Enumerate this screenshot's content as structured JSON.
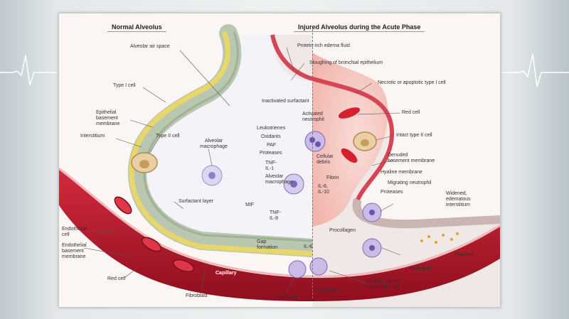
{
  "left_panel": {
    "title": "Normal Alveolus",
    "labels": [
      {
        "id": "alveolar-air-space",
        "lines": [
          "Alveolar air space"
        ]
      },
      {
        "id": "type-i-cell",
        "lines": [
          "Type I cell"
        ]
      },
      {
        "id": "epithelial-basement-membrane",
        "lines": [
          "Epithelial",
          "basement",
          "membrane"
        ]
      },
      {
        "id": "interstitium",
        "lines": [
          "Interstitium"
        ]
      },
      {
        "id": "type-ii-cell",
        "lines": [
          "Type II cell"
        ]
      },
      {
        "id": "alveolar-macrophage",
        "lines": [
          "Alveolar",
          "macrophage"
        ]
      },
      {
        "id": "surfactant-layer",
        "lines": [
          "Surfactant layer"
        ]
      },
      {
        "id": "endothelial-cell",
        "lines": [
          "Endothelial",
          "cell"
        ]
      },
      {
        "id": "endothelial-basement-membrane",
        "lines": [
          "Endothelial",
          "basement",
          "membrane"
        ]
      },
      {
        "id": "red-cell-left",
        "lines": [
          "Red cell"
        ]
      },
      {
        "id": "capillary",
        "lines": [
          "Capillary"
        ]
      },
      {
        "id": "fibroblast-left",
        "lines": [
          "Fibroblast"
        ]
      }
    ]
  },
  "right_panel": {
    "title": "Injured Alveolus during the Acute Phase",
    "labels": [
      {
        "id": "protein-rich-edema-fluid",
        "lines": [
          "Protein-rich edema fluid"
        ]
      },
      {
        "id": "sloughing-bronchial-epithelium",
        "lines": [
          "Sloughing of bronchial epithelium"
        ]
      },
      {
        "id": "necrotic-type-i-cell",
        "lines": [
          "Necrotic or apoptotic type I cell"
        ]
      },
      {
        "id": "inactivated-surfactant",
        "lines": [
          "Inactivated surfactant"
        ]
      },
      {
        "id": "activated-neutrophil",
        "lines": [
          "Activated",
          "neutrophil"
        ]
      },
      {
        "id": "leukotrienes",
        "lines": [
          "Leukotrienes"
        ]
      },
      {
        "id": "oxidants",
        "lines": [
          "Oxidants"
        ]
      },
      {
        "id": "paf",
        "lines": [
          "PAF"
        ]
      },
      {
        "id": "proteases",
        "lines": [
          "Proteases"
        ]
      },
      {
        "id": "cellular-debris",
        "lines": [
          "Cellular",
          "debris"
        ]
      },
      {
        "id": "tnf-il1",
        "lines": [
          "TNF-",
          "IL-1"
        ]
      },
      {
        "id": "alveolar-macrophage-r",
        "lines": [
          "Alveolar",
          "macrophage"
        ]
      },
      {
        "id": "mif",
        "lines": [
          "MIF"
        ]
      },
      {
        "id": "tnf-il8",
        "lines": [
          "TNF-",
          "IL-8"
        ]
      },
      {
        "id": "il6-il10",
        "lines": [
          "IL-6,",
          "IL-10"
        ]
      },
      {
        "id": "fibrin",
        "lines": [
          "Fibrin"
        ]
      },
      {
        "id": "red-cell-right",
        "lines": [
          "Red cell"
        ]
      },
      {
        "id": "intact-type-ii-cell",
        "lines": [
          "Intact type II cell"
        ]
      },
      {
        "id": "denuded-basement-membrane",
        "lines": [
          "Denuded",
          "basement membrane"
        ]
      },
      {
        "id": "hyaline-membrane",
        "lines": [
          "Hyaline membrane"
        ]
      },
      {
        "id": "migrating-neutrophil",
        "lines": [
          "Migrating neutrophil"
        ]
      },
      {
        "id": "proteases-r",
        "lines": [
          "Proteases"
        ]
      },
      {
        "id": "widened-edematous-interstitium",
        "lines": [
          "Widened,",
          "edematous",
          "interstitium"
        ]
      },
      {
        "id": "procollagen",
        "lines": [
          "Procollagen"
        ]
      },
      {
        "id": "gap-formation",
        "lines": [
          "Gap",
          "formation"
        ]
      },
      {
        "id": "il-8",
        "lines": [
          "IL-8"
        ]
      },
      {
        "id": "platelets",
        "lines": [
          "Platelets"
        ]
      },
      {
        "id": "neutrophil-right",
        "lines": [
          "Neutrophil"
        ]
      },
      {
        "id": "swollen-endothelial-cells",
        "lines": [
          "Swollen, injured",
          "endothelial cells"
        ]
      },
      {
        "id": "neutrophil-bottom",
        "lines": [
          "Neutrophil"
        ]
      },
      {
        "id": "fibroblast-right",
        "lines": [
          "Fibroblast"
        ]
      }
    ]
  },
  "colors": {
    "capillary": "#b5152b",
    "blood_dark": "#8e0f1f",
    "epithelium": "#e8d66a",
    "interstitium": "#b9c7b0",
    "edema": "#f6c7c0",
    "alveolus_bg": "#f4f3f8",
    "panel_bg": "#fbf6f4",
    "ecg": "#ffffff"
  }
}
